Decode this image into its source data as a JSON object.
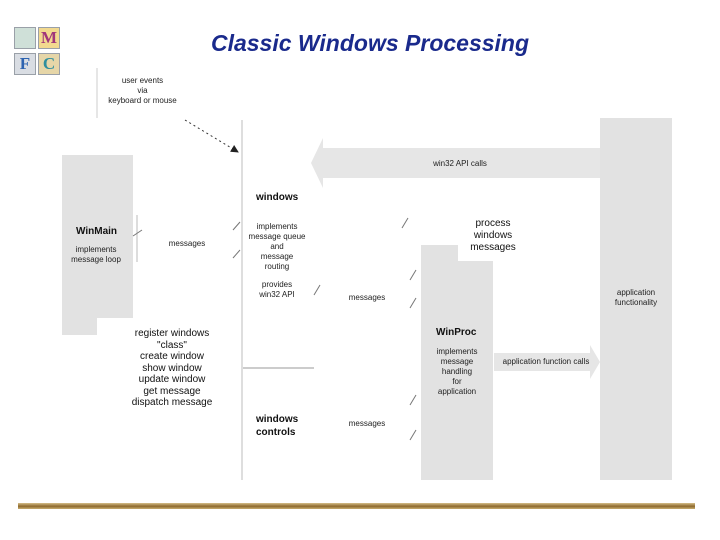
{
  "title": "Classic Windows Processing",
  "logo": {
    "letters": [
      "M",
      "F",
      "C"
    ]
  },
  "diagram": {
    "user_events": [
      "user events",
      "via",
      "keyboard or mouse"
    ],
    "win32_api_calls": "win32 API calls",
    "windows": {
      "title": "windows",
      "lines_a": [
        "implements",
        "message queue",
        "and",
        "message",
        "routing"
      ],
      "lines_b": [
        "provides",
        "win32 API"
      ]
    },
    "winmain": {
      "title": "WinMain",
      "lines": [
        "implements",
        "message loop"
      ]
    },
    "messages_1": "messages",
    "messages_2": "messages",
    "messages_3": "messages",
    "process_msgs": [
      "process",
      "windows",
      "messages"
    ],
    "register": [
      "register windows",
      "\"class\"",
      "create window",
      "show window",
      "update window",
      "get message",
      "dispatch message"
    ],
    "winproc": {
      "title": "WinProc",
      "lines": [
        "implements",
        "message",
        "handling",
        "for",
        "application"
      ]
    },
    "app_function_calls": "application function calls",
    "app_functionality": [
      "application",
      "functionality"
    ],
    "windows_controls": [
      "windows",
      "controls"
    ]
  }
}
